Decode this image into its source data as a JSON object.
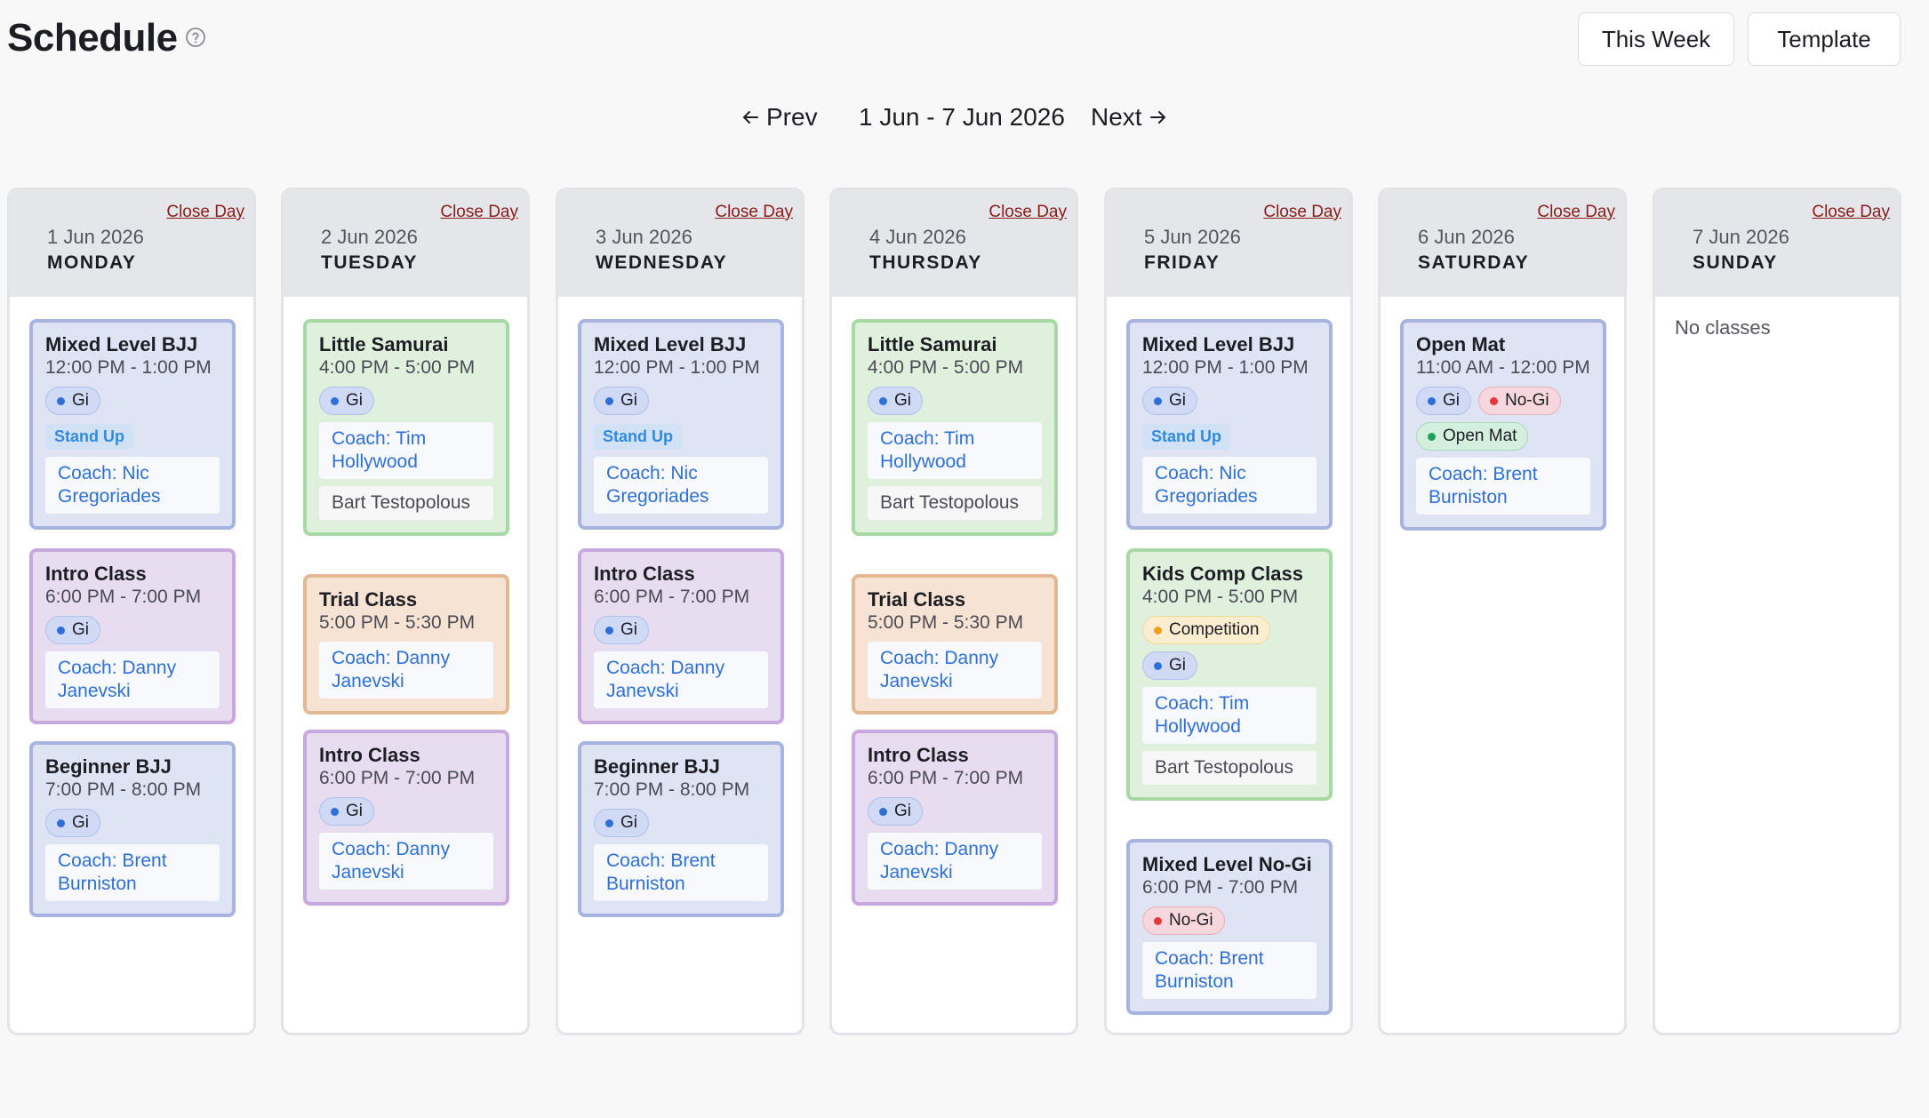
{
  "header": {
    "title": "Schedule",
    "this_week_label": "This Week",
    "template_label": "Template"
  },
  "nav": {
    "prev_label": "Prev",
    "range_label": "1 Jun - 7 Jun 2026",
    "next_label": "Next"
  },
  "close_day_label": "Close Day",
  "no_classes_label": "No classes",
  "colors": {
    "blue_card": "#dfe4f5",
    "purple_card": "#e8dcf0",
    "green_card": "#dff0dd",
    "orange_card": "#f6e3d3",
    "coach_text": "#2f6fd8",
    "close_day_text": "#8a1c1c"
  },
  "days": [
    {
      "date": "1 Jun 2026",
      "day": "MONDAY",
      "classes": [
        {
          "title": "Mixed Level BJJ",
          "time": "12:00 PM - 1:00 PM",
          "tags": [
            "Gi"
          ],
          "badge": "Stand Up",
          "people": [
            "Coach: Nic Gregoriades"
          ]
        },
        {
          "title": "Intro Class",
          "time": "6:00 PM - 7:00 PM",
          "tags": [
            "Gi"
          ],
          "people": [
            "Coach: Danny Janevski"
          ]
        },
        {
          "title": "Beginner BJJ",
          "time": "7:00 PM - 8:00 PM",
          "tags": [
            "Gi"
          ],
          "people": [
            "Coach: Brent Burniston"
          ]
        }
      ]
    },
    {
      "date": "2 Jun 2026",
      "day": "TUESDAY",
      "classes": [
        {
          "title": "Little Samurai",
          "time": "4:00 PM - 5:00 PM",
          "tags": [
            "Gi"
          ],
          "people": [
            "Coach: Tim Hollywood",
            "Bart Testopolous"
          ]
        },
        {
          "title": "Trial Class",
          "time": "5:00 PM - 5:30 PM",
          "tags": [],
          "people": [
            "Coach: Danny Janevski"
          ]
        },
        {
          "title": "Intro Class",
          "time": "6:00 PM - 7:00 PM",
          "tags": [
            "Gi"
          ],
          "people": [
            "Coach: Danny Janevski"
          ]
        }
      ]
    },
    {
      "date": "3 Jun 2026",
      "day": "WEDNESDAY",
      "classes": [
        {
          "title": "Mixed Level BJJ",
          "time": "12:00 PM - 1:00 PM",
          "tags": [
            "Gi"
          ],
          "badge": "Stand Up",
          "people": [
            "Coach: Nic Gregoriades"
          ]
        },
        {
          "title": "Intro Class",
          "time": "6:00 PM - 7:00 PM",
          "tags": [
            "Gi"
          ],
          "people": [
            "Coach: Danny Janevski"
          ]
        },
        {
          "title": "Beginner BJJ",
          "time": "7:00 PM - 8:00 PM",
          "tags": [
            "Gi"
          ],
          "people": [
            "Coach: Brent Burniston"
          ]
        }
      ]
    },
    {
      "date": "4 Jun 2026",
      "day": "THURSDAY",
      "classes": [
        {
          "title": "Little Samurai",
          "time": "4:00 PM - 5:00 PM",
          "tags": [
            "Gi"
          ],
          "people": [
            "Coach: Tim Hollywood",
            "Bart Testopolous"
          ]
        },
        {
          "title": "Trial Class",
          "time": "5:00 PM - 5:30 PM",
          "tags": [],
          "people": [
            "Coach: Danny Janevski"
          ]
        },
        {
          "title": "Intro Class",
          "time": "6:00 PM - 7:00 PM",
          "tags": [
            "Gi"
          ],
          "people": [
            "Coach: Danny Janevski"
          ]
        }
      ]
    },
    {
      "date": "5 Jun 2026",
      "day": "FRIDAY",
      "classes": [
        {
          "title": "Mixed Level BJJ",
          "time": "12:00 PM - 1:00 PM",
          "tags": [
            "Gi"
          ],
          "badge": "Stand Up",
          "people": [
            "Coach: Nic Gregoriades"
          ]
        },
        {
          "title": "Kids Comp Class",
          "time": "4:00 PM - 5:00 PM",
          "tags": [
            "Competition",
            "Gi"
          ],
          "people": [
            "Coach: Tim Hollywood",
            "Bart Testopolous"
          ]
        },
        {
          "title": "Mixed Level No-Gi",
          "time": "6:00 PM - 7:00 PM",
          "tags": [
            "No-Gi"
          ],
          "people": [
            "Coach: Brent Burniston"
          ]
        }
      ]
    },
    {
      "date": "6 Jun 2026",
      "day": "SATURDAY",
      "classes": [
        {
          "title": "Open Mat",
          "time": "11:00 AM - 12:00 PM",
          "tags": [
            "Gi",
            "No-Gi",
            "Open Mat"
          ],
          "people": [
            "Coach: Brent Burniston"
          ]
        }
      ]
    },
    {
      "date": "7 Jun 2026",
      "day": "SUNDAY",
      "classes": []
    }
  ]
}
